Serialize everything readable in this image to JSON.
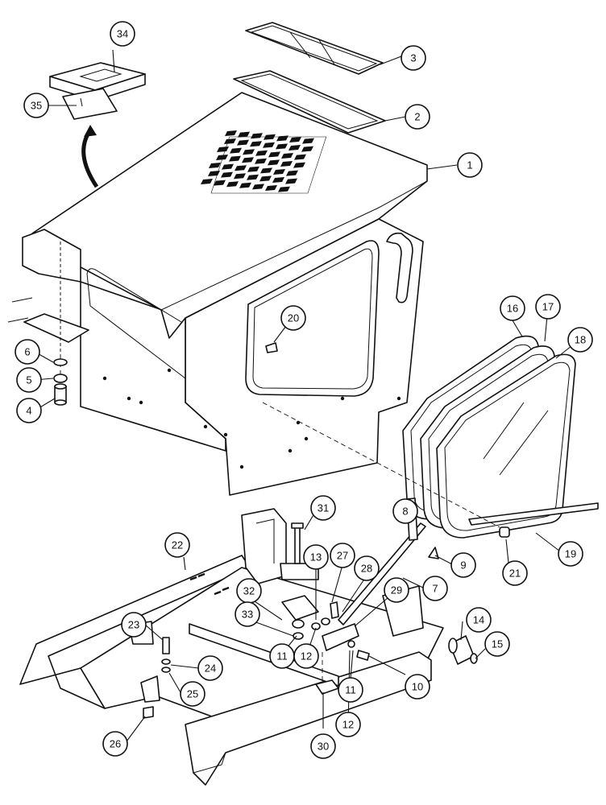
{
  "figure": {
    "callouts": [
      {
        "id": "c1",
        "label": "1"
      },
      {
        "id": "c2",
        "label": "2"
      },
      {
        "id": "c3",
        "label": "3"
      },
      {
        "id": "c4",
        "label": "4"
      },
      {
        "id": "c5",
        "label": "5"
      },
      {
        "id": "c6",
        "label": "6"
      },
      {
        "id": "c7",
        "label": "7"
      },
      {
        "id": "c8",
        "label": "8"
      },
      {
        "id": "c9",
        "label": "9"
      },
      {
        "id": "c10",
        "label": "10"
      },
      {
        "id": "c11a",
        "label": "11"
      },
      {
        "id": "c11b",
        "label": "11"
      },
      {
        "id": "c12a",
        "label": "12"
      },
      {
        "id": "c12b",
        "label": "12"
      },
      {
        "id": "c13",
        "label": "13"
      },
      {
        "id": "c14",
        "label": "14"
      },
      {
        "id": "c15",
        "label": "15"
      },
      {
        "id": "c16",
        "label": "16"
      },
      {
        "id": "c17",
        "label": "17"
      },
      {
        "id": "c18",
        "label": "18"
      },
      {
        "id": "c19",
        "label": "19"
      },
      {
        "id": "c20",
        "label": "20"
      },
      {
        "id": "c21",
        "label": "21"
      },
      {
        "id": "c22",
        "label": "22"
      },
      {
        "id": "c23",
        "label": "23"
      },
      {
        "id": "c24",
        "label": "24"
      },
      {
        "id": "c25",
        "label": "25"
      },
      {
        "id": "c26",
        "label": "26"
      },
      {
        "id": "c27",
        "label": "27"
      },
      {
        "id": "c28",
        "label": "28"
      },
      {
        "id": "c29",
        "label": "29"
      },
      {
        "id": "c30",
        "label": "30"
      },
      {
        "id": "c31",
        "label": "31"
      },
      {
        "id": "c32",
        "label": "32"
      },
      {
        "id": "c33",
        "label": "33"
      },
      {
        "id": "c34",
        "label": "34"
      },
      {
        "id": "c35",
        "label": "35"
      }
    ]
  }
}
